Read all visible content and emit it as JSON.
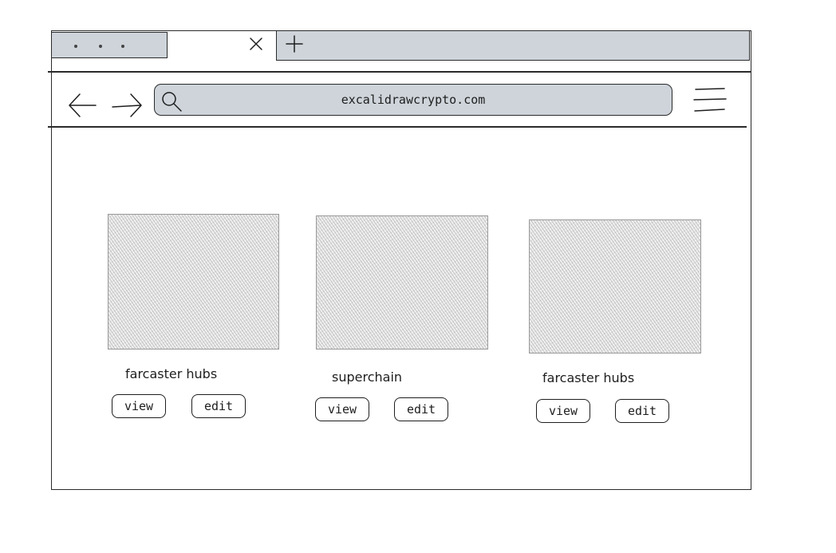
{
  "browser": {
    "address_bar": {
      "url": "excalidrawcrypto.com"
    },
    "icons": {
      "tab_close": "close-icon",
      "new_tab": "plus-icon",
      "back": "arrow-left-icon",
      "forward": "arrow-right-icon",
      "search": "search-icon",
      "menu": "hamburger-menu-icon",
      "window_controls": "window-dots-icon"
    }
  },
  "cards": [
    {
      "title": "farcaster hubs",
      "view_label": "view",
      "edit_label": "edit"
    },
    {
      "title": "superchain",
      "view_label": "view",
      "edit_label": "edit"
    },
    {
      "title": "farcaster hubs",
      "view_label": "view",
      "edit_label": "edit"
    }
  ],
  "colors": {
    "chrome_fill": "#ced4da",
    "stroke": "#1e1e1e",
    "background": "#ffffff",
    "thumbnail_hatch": "#8a8a8a"
  }
}
